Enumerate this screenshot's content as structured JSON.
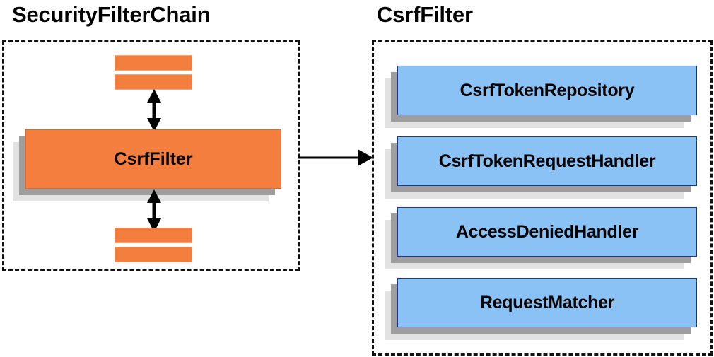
{
  "diagram": {
    "title_left": "SecurityFilterChain",
    "title_right": "CsrfFilter",
    "colors": {
      "orange_fill": "#f47e3e",
      "orange_border": "#e8641f",
      "orange_bar_border": "#f9a477",
      "blue_fill": "#8ac2f5",
      "blue_border": "#16379c",
      "shadow_mid": "#9e9e9e",
      "shadow_back": "#e2e2e2",
      "dashed_border": "#111111",
      "text": "#000000"
    }
  },
  "left_panel": {
    "title": "SecurityFilterChain",
    "main_node": {
      "label": "CsrfFilter"
    },
    "top_bars": [
      {
        "label": ""
      },
      {
        "label": ""
      }
    ],
    "bottom_bars": [
      {
        "label": ""
      },
      {
        "label": ""
      }
    ],
    "arrows": [
      {
        "name": "bidirectional-arrow-top"
      },
      {
        "name": "bidirectional-arrow-bottom"
      }
    ]
  },
  "right_panel": {
    "title": "CsrfFilter",
    "nodes": [
      {
        "label": "CsrfTokenRepository"
      },
      {
        "label": "CsrfTokenRequestHandler"
      },
      {
        "label": "AccessDeniedHandler"
      },
      {
        "label": "RequestMatcher"
      }
    ]
  },
  "connector": {
    "name": "left-to-right-arrow",
    "direction": "right"
  }
}
